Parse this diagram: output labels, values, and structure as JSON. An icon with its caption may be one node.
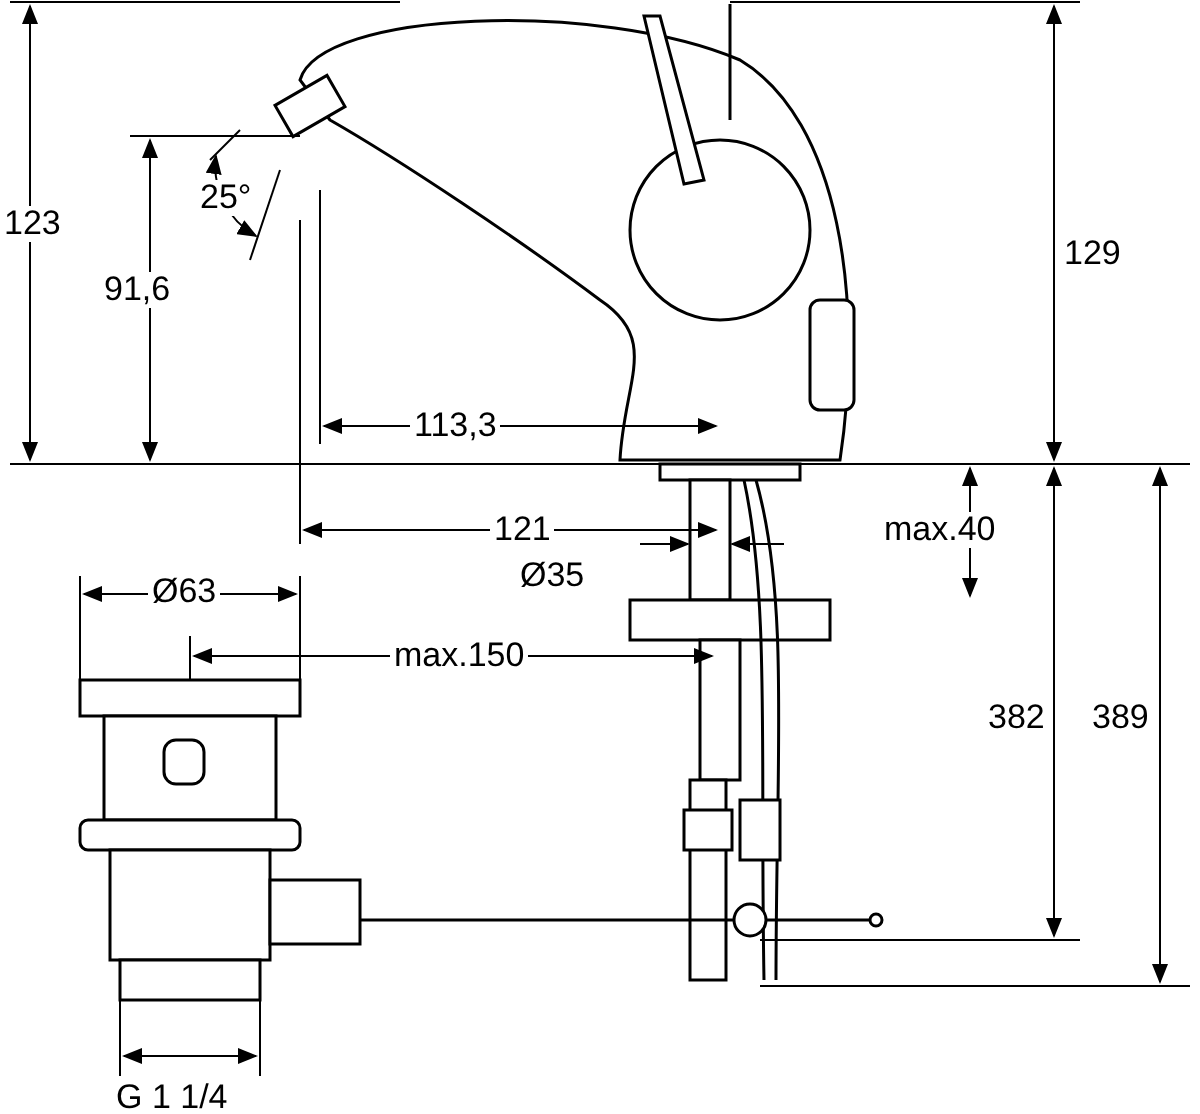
{
  "diagram": {
    "labels": [
      "123",
      "25°",
      "91,6",
      "129",
      "113,3",
      "121",
      "max.40",
      "Ø35",
      "Ø63",
      "max.150",
      "382",
      "389",
      "G 1 1/4"
    ]
  }
}
